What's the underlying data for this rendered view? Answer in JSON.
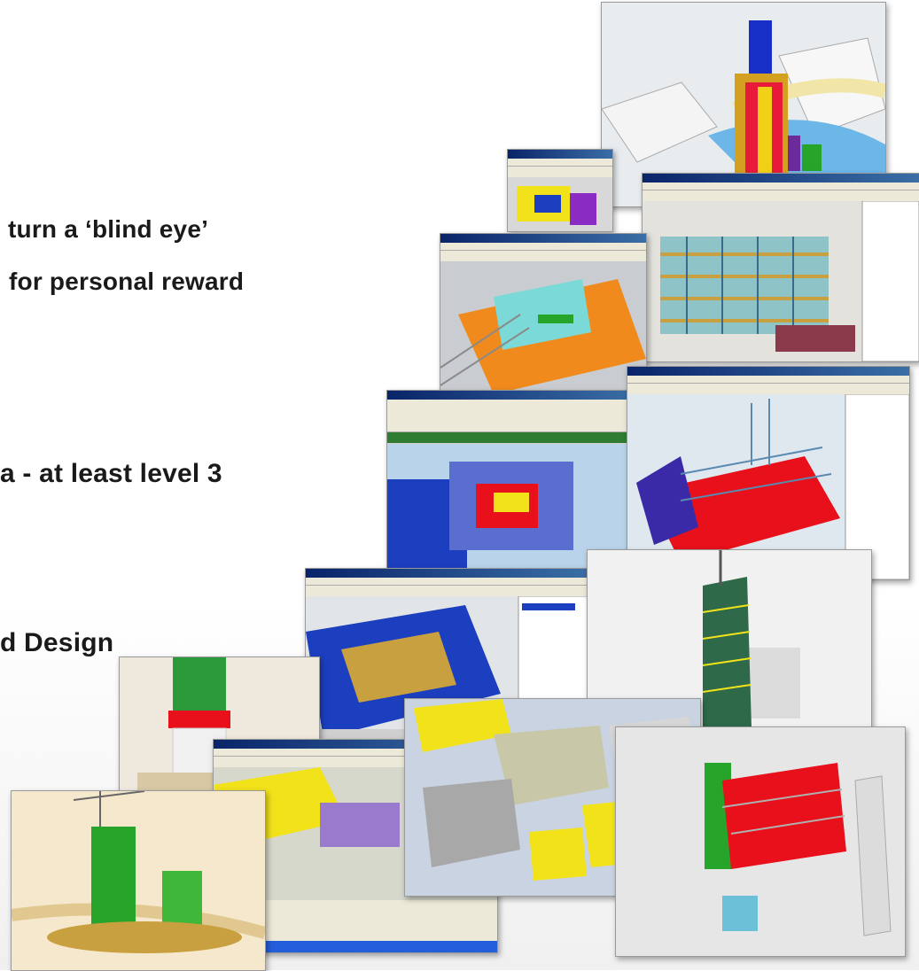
{
  "text_lines": [
    "turn a ‘blind eye’",
    "for personal reward",
    "a - at least level 3",
    "d Design"
  ],
  "screenshots": [
    {
      "name": "aerial-tower-render"
    },
    {
      "name": "structure-window-small"
    },
    {
      "name": "steel-frame-window"
    },
    {
      "name": "orange-deck-window"
    },
    {
      "name": "blue-site-window"
    },
    {
      "name": "red-frame-window"
    },
    {
      "name": "gate-site-window"
    },
    {
      "name": "glass-tower-render"
    },
    {
      "name": "tower-out-render"
    },
    {
      "name": "yellow-site-window"
    },
    {
      "name": "city-blocks-render"
    },
    {
      "name": "red-roof-render"
    },
    {
      "name": "green-towers-render"
    }
  ],
  "colors": {
    "text": "#1a1a1a",
    "cad_orange": "#f08a1c",
    "cad_red": "#e8101a",
    "cad_blue": "#1c3fbf",
    "cad_yellow": "#f2e21a",
    "cad_green": "#27a52a"
  }
}
